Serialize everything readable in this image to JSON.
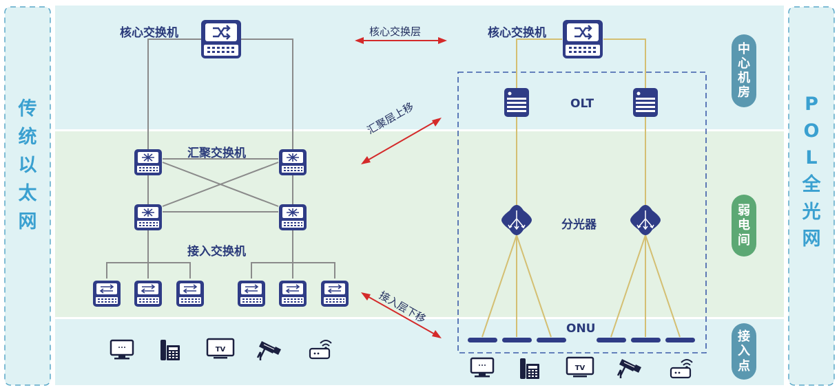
{
  "left_side": {
    "title_chars": [
      "传",
      "统",
      "以",
      "太",
      "网"
    ]
  },
  "right_side": {
    "title_chars": [
      "P",
      "O",
      "L",
      "全",
      "光",
      "网"
    ]
  },
  "zones": {
    "top": {
      "chars": [
        "中",
        "心",
        "机",
        "房"
      ],
      "color": "#5a98b0"
    },
    "middle": {
      "chars": [
        "弱",
        "电",
        "间"
      ],
      "color": "#5ca874"
    },
    "bottom": {
      "chars": [
        "接",
        "入",
        "点"
      ],
      "color": "#5a98b0"
    }
  },
  "traditional": {
    "core_label": "核心交换机",
    "aggregation_label": "汇聚交换机",
    "access_label": "接入交换机"
  },
  "pol": {
    "core_label": "核心交换机",
    "olt_label": "OLT",
    "splitter_label": "分光器",
    "onu_label": "ONU"
  },
  "arrows": {
    "core_layer": "核心交换层",
    "aggregation_up": "汇聚层上移",
    "access_down": "接入层下移"
  },
  "terminals": {
    "tv_text": "TV",
    "monitor_text": "···",
    "items": [
      "monitor-icon",
      "phone-icon",
      "tv-icon",
      "camera-icon",
      "wifi-router-icon"
    ]
  },
  "colors": {
    "zone_blue": "#dff2f4",
    "zone_green": "#e4f2e4",
    "device_navy": "#2f3c86",
    "fiber": "#d4bf72",
    "copper": "#8a8a8a",
    "arrow_red": "#d42a2a",
    "side_blue": "#3aa0d0"
  }
}
